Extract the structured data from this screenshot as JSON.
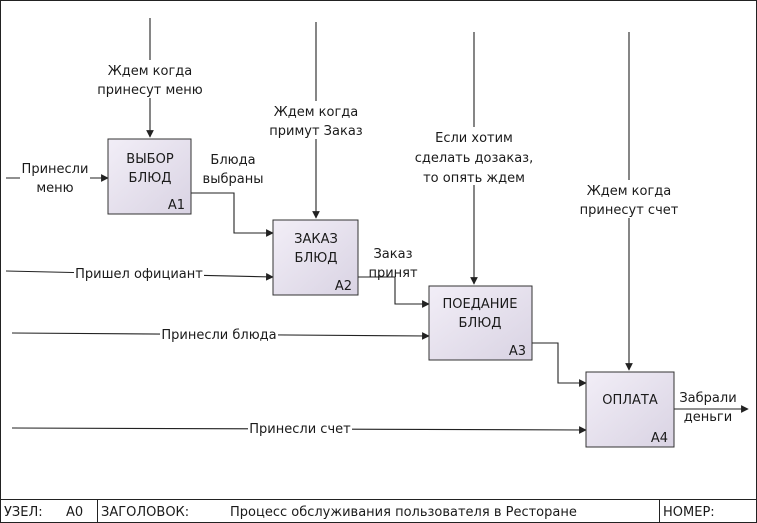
{
  "diagram": {
    "boxes": [
      {
        "id": "a1",
        "title": [
          "ВЫБОР",
          "БЛЮД"
        ],
        "code": "A1"
      },
      {
        "id": "a2",
        "title": [
          "ЗАКАЗ",
          "БЛЮД"
        ],
        "code": "A2"
      },
      {
        "id": "a3",
        "title": [
          "ПОЕДАНИЕ",
          "БЛЮД"
        ],
        "code": "A3"
      },
      {
        "id": "a4",
        "title": [
          "ОПЛАТА"
        ],
        "code": "A4"
      }
    ],
    "inputs": {
      "menu": [
        "Принесли",
        "меню"
      ],
      "waiter": "Пришел официант",
      "dishes": "Принесли блюда",
      "bill": "Принесли счет"
    },
    "controls": {
      "wait_menu": [
        "Ждем когда",
        "принесут меню"
      ],
      "wait_order": [
        "Ждем когда",
        "примут Заказ"
      ],
      "reorder": [
        "Если хотим",
        "сделать дозаказ,",
        "то опять ждем"
      ],
      "wait_bill": [
        "Ждем когда",
        "принесут счет"
      ]
    },
    "outputs": {
      "selected": [
        "Блюда",
        "выбраны"
      ],
      "accepted": [
        "Заказ",
        "принят"
      ],
      "paid": [
        "Забрали",
        "деньги"
      ]
    }
  },
  "footer": {
    "node_label": "УЗЕЛ:",
    "node_value": "A0",
    "title_label": "ЗАГОЛОВОК:",
    "title_value": "Процесс обслуживания пользователя в Ресторане",
    "number_label": "НОМЕР:"
  }
}
